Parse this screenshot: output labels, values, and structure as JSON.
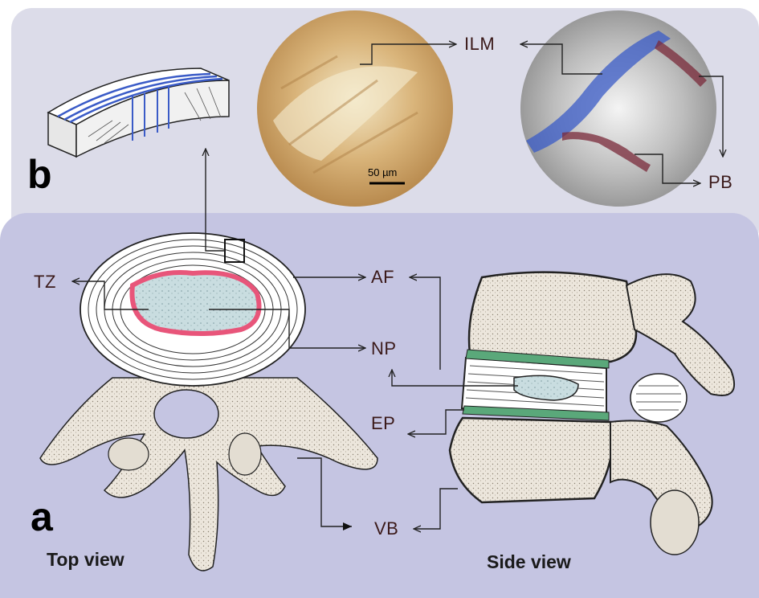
{
  "panels": {
    "a": "a",
    "b": "b"
  },
  "views": {
    "top": "Top view",
    "side": "Side view"
  },
  "labels": {
    "tz": "TZ",
    "af": "AF",
    "np": "NP",
    "ep": "EP",
    "vb": "VB",
    "ilm": "ILM",
    "pb": "PB"
  },
  "scale_bar": "50 µm",
  "colors": {
    "panel_b_bg": "#dcdce9",
    "panel_a_bg": "#c5c5e2",
    "transition_zone": "#e8557a",
    "endplate": "#5aa87a",
    "nucleus": "#c9dde0",
    "lamella_blue": "#3a5bc7",
    "bridge_red": "#7a2a3a"
  }
}
